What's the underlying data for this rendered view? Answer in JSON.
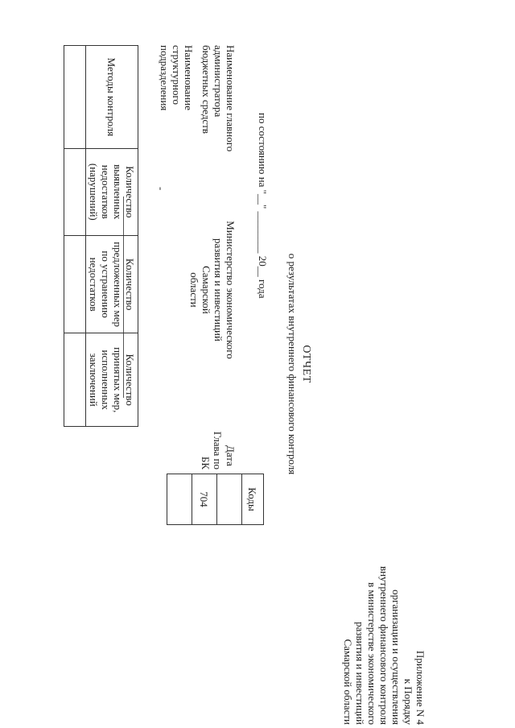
{
  "appendix": {
    "lines": [
      "Приложение N 4",
      "к Порядку",
      "организации и осуществления",
      "внутреннего финансового контроля",
      "в министерстве экономического",
      "развития и инвестиций",
      "Самарской области"
    ]
  },
  "header": {
    "title": "ОТЧЕТ",
    "subtitle": "о результатах внутреннего финансового контроля",
    "as_of": "по состоянию на \"__\" ________ 20__ года"
  },
  "fields": {
    "admin_label_lines": [
      "Наименование главного",
      "администратора",
      "бюджетных средств"
    ],
    "admin_value_lines": [
      "Министерство экономического",
      "развития и инвестиций Самарской",
      "области"
    ],
    "unit_label_lines": [
      "Наименование",
      "структурного",
      "подразделения"
    ],
    "unit_dash": "-"
  },
  "codes": {
    "header": "Коды",
    "date_label": "Дата",
    "chapter_label_lines": [
      "Глава по",
      "БК"
    ],
    "chapter_value": "704"
  },
  "table": {
    "columns": [
      "Методы контроля",
      "Количество выявленных недостатков (нарушений)",
      "Количество предложенных мер по устранению недостатков",
      "Количество принятых мер, исполненных заключений"
    ]
  }
}
